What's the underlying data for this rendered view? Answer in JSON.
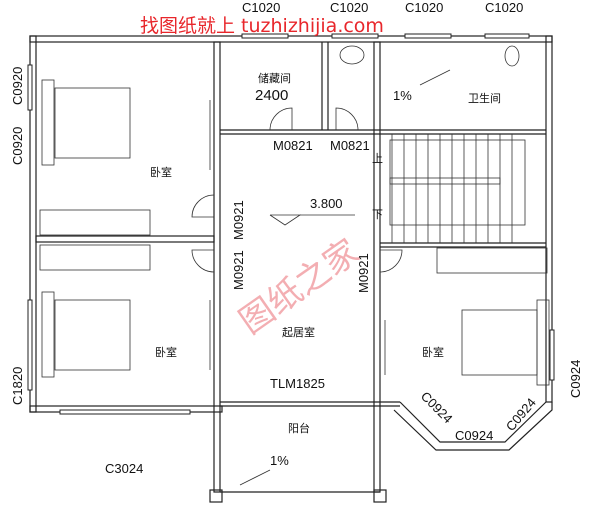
{
  "watermark_top": "找图纸就上 tuzhizhijia.com",
  "watermark_center": "图纸之家",
  "colors": {
    "watermark": "#e8262b",
    "watermark_center": "#f19aa0",
    "lines": "#222222"
  },
  "windows": {
    "top1": "C1020",
    "top2": "C1020",
    "top3": "C1020",
    "top4": "C1020",
    "left_upper1": "C0920",
    "left_upper2": "C0920",
    "left_lower": "C1820",
    "bottom_left": "C3024",
    "right": "C0924",
    "bay_left": "C0924",
    "bay_bottom": "C0924",
    "bay_right": "C0924"
  },
  "doors": {
    "storage": "M0821",
    "wash": "M0821",
    "left_upper": "M0921",
    "left_lower": "M0921",
    "right": "M0921",
    "balcony": "TLM1825"
  },
  "rooms": {
    "bedroom_upper_left": "卧室",
    "bedroom_lower_left": "卧室",
    "bedroom_right": "卧室",
    "storage": "储藏间",
    "storage_dim": "2400",
    "bathroom": "卫生间",
    "bathroom_slope": "1%",
    "living": "起居室",
    "balcony": "阳台",
    "balcony_slope": "1%",
    "level": "3.800",
    "stair_up": "上",
    "stair_down": "下"
  }
}
